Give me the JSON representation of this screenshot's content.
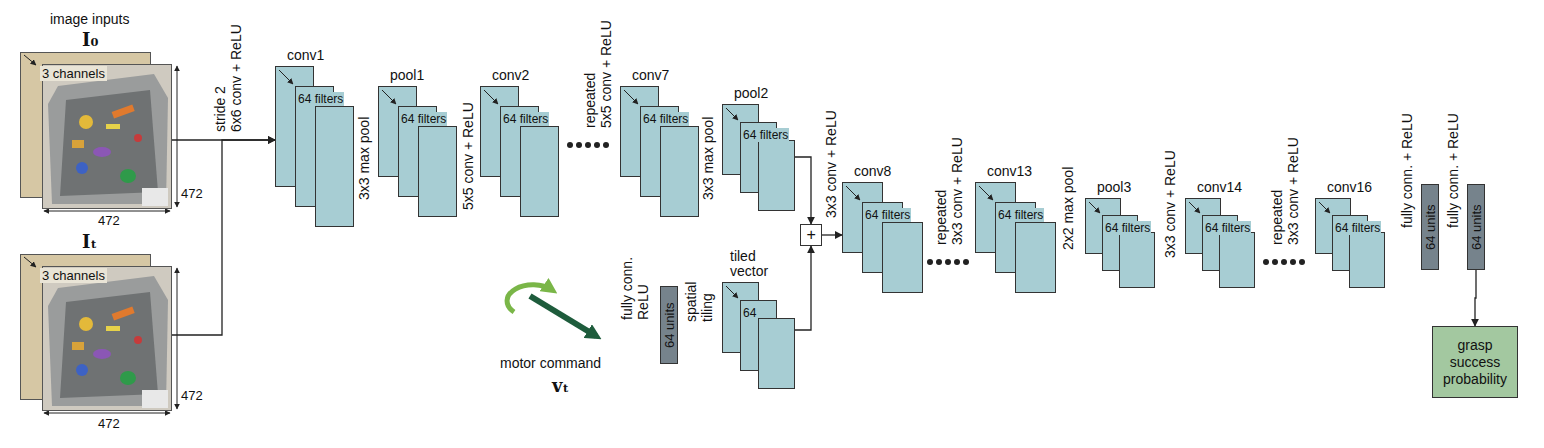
{
  "diagram": {
    "nodes": [
      {
        "text": [
          "I₀",
          "3 channels"
        ]
      },
      {
        "text": [
          "Iₜ",
          "3 channels"
        ]
      },
      {
        "text": [
          "conv1",
          "64 filters"
        ]
      },
      {
        "text": [
          "pool1",
          "64 filters"
        ]
      },
      {
        "text": [
          "conv2",
          "64 filters"
        ]
      },
      {
        "text": [
          "conv7",
          "64 filters"
        ]
      },
      {
        "text": [
          "pool2",
          "64 filters"
        ]
      },
      {
        "text": [
          "64 units"
        ]
      },
      {
        "text": [
          "tiled vector",
          "64"
        ]
      },
      {
        "text": [
          "+"
        ]
      },
      {
        "text": [
          "conv8",
          "64 filters"
        ]
      },
      {
        "text": [
          "conv13",
          "64 filters"
        ]
      },
      {
        "text": [
          "pool3",
          "64 filters"
        ]
      },
      {
        "text": [
          "conv14",
          "64 filters"
        ]
      },
      {
        "text": [
          "conv16",
          "64 filters"
        ]
      },
      {
        "text": [
          "64 units"
        ]
      },
      {
        "text": [
          "64 units"
        ]
      },
      {
        "text": [
          "grasp success probability"
        ]
      }
    ],
    "edges": [
      {
        "from": 0,
        "to": 2,
        "arrow": "to"
      },
      {
        "from": 1,
        "to": 2,
        "arrow": "to"
      },
      {
        "from": 6,
        "to": 9,
        "arrow": "to"
      },
      {
        "from": 8,
        "to": 9,
        "arrow": "to"
      },
      {
        "from": 9,
        "to": 10,
        "arrow": "to"
      },
      {
        "from": 16,
        "to": 17,
        "arrow": "to"
      }
    ],
    "labels": [
      "image inputs",
      "472",
      "472",
      "472",
      "472",
      "stride 2",
      "6x6 conv + ReLU",
      "3x3 max pool",
      "5x5 conv + ReLU",
      "repeated",
      "5x5 conv + ReLU",
      "3x3 max pool",
      "fully conn.",
      "ReLU",
      "spatial",
      "tiling",
      "motor command",
      "vₜ",
      "3x3 conv + ReLU",
      "repeated",
      "3x3 conv + ReLU",
      "2x2 max pool",
      "3x3 conv + ReLU",
      "repeated",
      "3x3 conv + ReLU",
      "fully conn. + ReLU",
      "fully conn. + ReLU"
    ]
  }
}
